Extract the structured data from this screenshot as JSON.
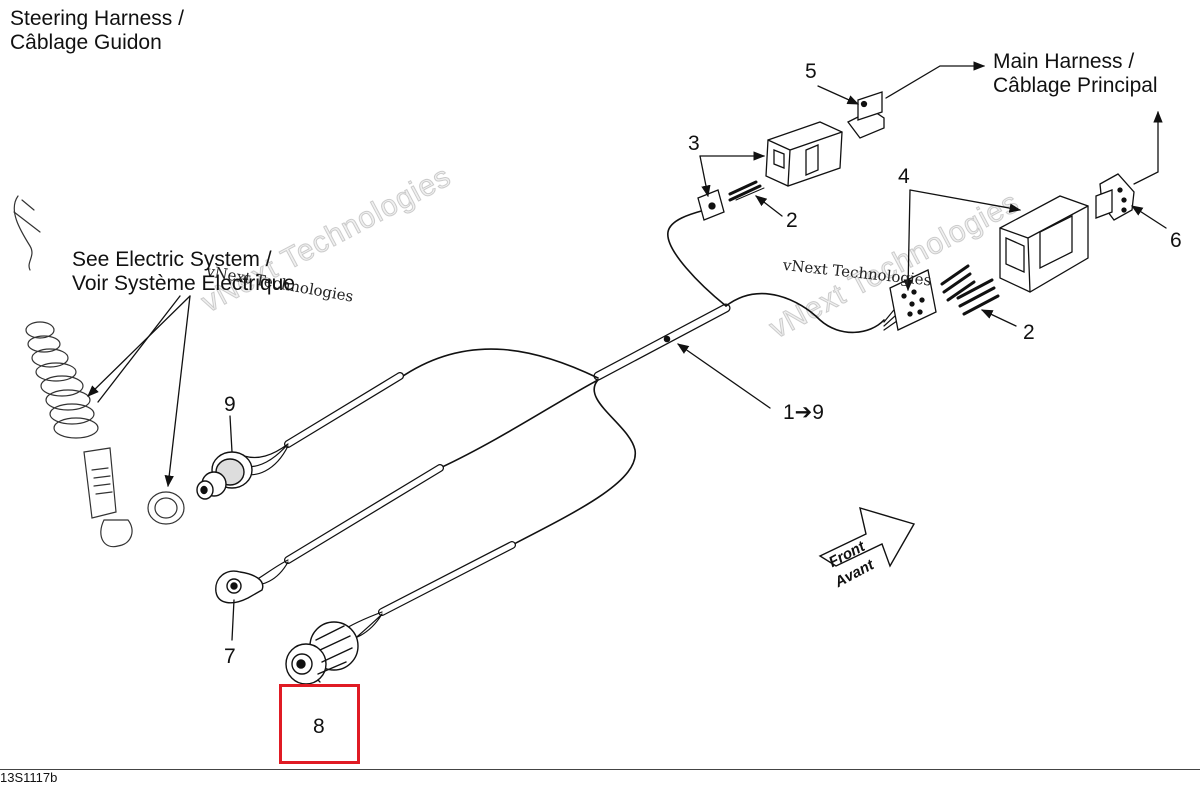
{
  "header": {
    "title_line1": "Steering Harness /",
    "title_line2": "Câblage Guidon"
  },
  "annotations": {
    "see_electric_line1": "See Electric System /",
    "see_electric_line2": "Voir Système Electrique",
    "main_harness_line1": "Main Harness  /",
    "main_harness_line2": "Câblage Principal",
    "front": "Front",
    "avant": "Avant"
  },
  "callouts": {
    "c1_9": "1➔9",
    "c2a": "2",
    "c2b": "2",
    "c3": "3",
    "c4": "4",
    "c5": "5",
    "c6": "6",
    "c7": "7",
    "c8": "8",
    "c9": "9"
  },
  "watermark": {
    "line1": "vNext Technologies",
    "line2": "vNext Technologies"
  },
  "footer": {
    "drawing_code": "13S1117b"
  },
  "colors": {
    "highlight": "#e01b24",
    "line": "#111111"
  }
}
